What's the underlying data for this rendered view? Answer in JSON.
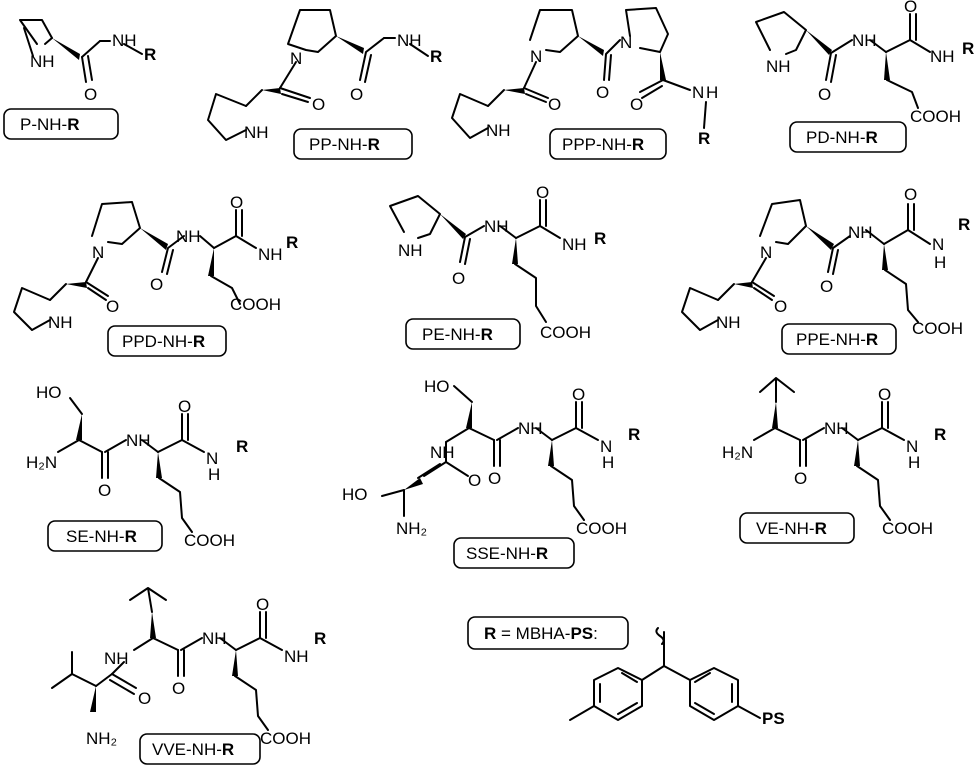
{
  "compounds": [
    {
      "label": "P-NH-",
      "r": "R"
    },
    {
      "label": "PP-NH-",
      "r": "R"
    },
    {
      "label": "PPP-NH-",
      "r": "R"
    },
    {
      "label": "PD-NH-",
      "r": "R"
    },
    {
      "label": "PPD-NH-",
      "r": "R"
    },
    {
      "label": "PE-NH-",
      "r": "R"
    },
    {
      "label": "PPE-NH-",
      "r": "R"
    },
    {
      "label": "SE-NH-",
      "r": "R"
    },
    {
      "label": "SSE-NH-",
      "r": "R"
    },
    {
      "label": "VE-NH-",
      "r": "R"
    },
    {
      "label": "VVE-NH-",
      "r": "R"
    }
  ],
  "atoms": {
    "nh": "NH",
    "n": "N",
    "h": "H",
    "o": "O",
    "r": "R",
    "cooh": "COOH",
    "ho": "HO",
    "h2n": "H₂N",
    "nh2": "NH₂",
    "ps": "PS"
  },
  "legend": {
    "r": "R",
    "eq": " = MBHA-",
    "ps": "PS",
    "colon": ":"
  }
}
